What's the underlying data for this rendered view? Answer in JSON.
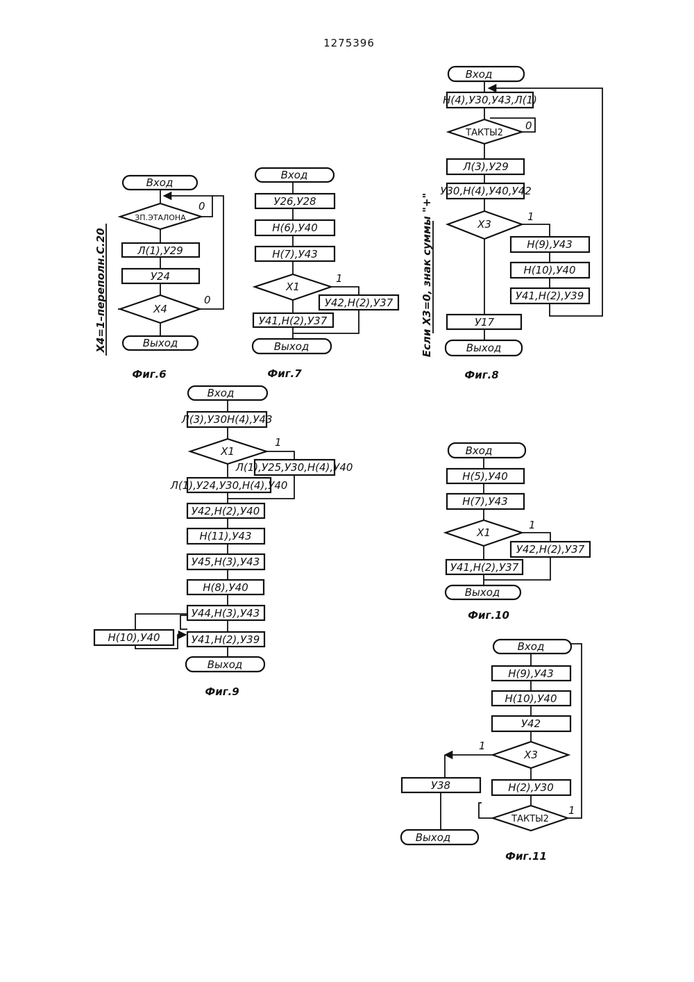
{
  "doc_number": "1275396",
  "fig6": {
    "entry": "Вход",
    "d1": "ЗП.ЭТАЛОНА",
    "d1_branch": "0",
    "b1": "Л(1),У29",
    "b2": "У24",
    "d2": "Х4",
    "d2_branch": "0",
    "exit": "Выход",
    "side_note": "Х4=1–переполн.С.20",
    "caption": "Фиг.6"
  },
  "fig7": {
    "entry": "Вход",
    "b1": "У26,У28",
    "b2": "Н(6),У40",
    "b3": "Н(7),У43",
    "d1": "Х1",
    "d1_branch": "1",
    "b_right": "У42,Н(2),У37",
    "b_left": "У41,Н(2),У37",
    "exit": "Выход",
    "caption": "Фиг.7"
  },
  "fig8": {
    "entry": "Вход",
    "b1": "Н(4),У30,У43,Л(1)",
    "d1": "ТАКТЫ2",
    "d1_branch": "0",
    "b2": "Л(3),У29",
    "b3": "У30,Н(4),У40,У42",
    "d2": "Х3",
    "d2_branch": "1",
    "r1": "Н(9),У43",
    "r2": "Н(10),У40",
    "r3": "У41,Н(2),У39",
    "b4": "У17",
    "exit": "Выход",
    "side_note": "Если Х3=0, знак суммы \"+\"",
    "caption": "Фиг.8"
  },
  "fig9": {
    "entry": "Вход",
    "b1": "Л(3),У30Н(4),У43",
    "d1": "Х1",
    "d1_branch": "1",
    "b_right": "Л(1),У25,У30,Н(4),У40",
    "b_left": "Л(1),У24,У30,Н(4),У40",
    "b2": "У42,Н(2),У40",
    "b3": "Н(11),У43",
    "b4": "У45,Н(3),У43",
    "b5": "Н(8),У40",
    "b6": "У44,Н(3),У43",
    "side_box": "Н(10),У40",
    "b7": "У41,Н(2),У39",
    "exit": "Выход",
    "caption": "Фиг.9"
  },
  "fig10": {
    "entry": "Вход",
    "b1": "Н(5),У40",
    "b2": "Н(7),У43",
    "d1": "Х1",
    "d1_branch": "1",
    "b_right": "У42,Н(2),У37",
    "b_left": "У41,Н(2),У37",
    "exit": "Выход",
    "caption": "Фиг.10"
  },
  "fig11": {
    "entry": "Вход",
    "b1": "Н(9),У43",
    "b2": "Н(10),У40",
    "b3": "У42",
    "d1": "Х3",
    "d1_branch": "1",
    "b_left": "У38",
    "b_right": "Н(2),У30",
    "d2": "ТАКТЫ2",
    "d2_branch": "1",
    "exit": "Выход",
    "caption": "Фиг.11"
  }
}
